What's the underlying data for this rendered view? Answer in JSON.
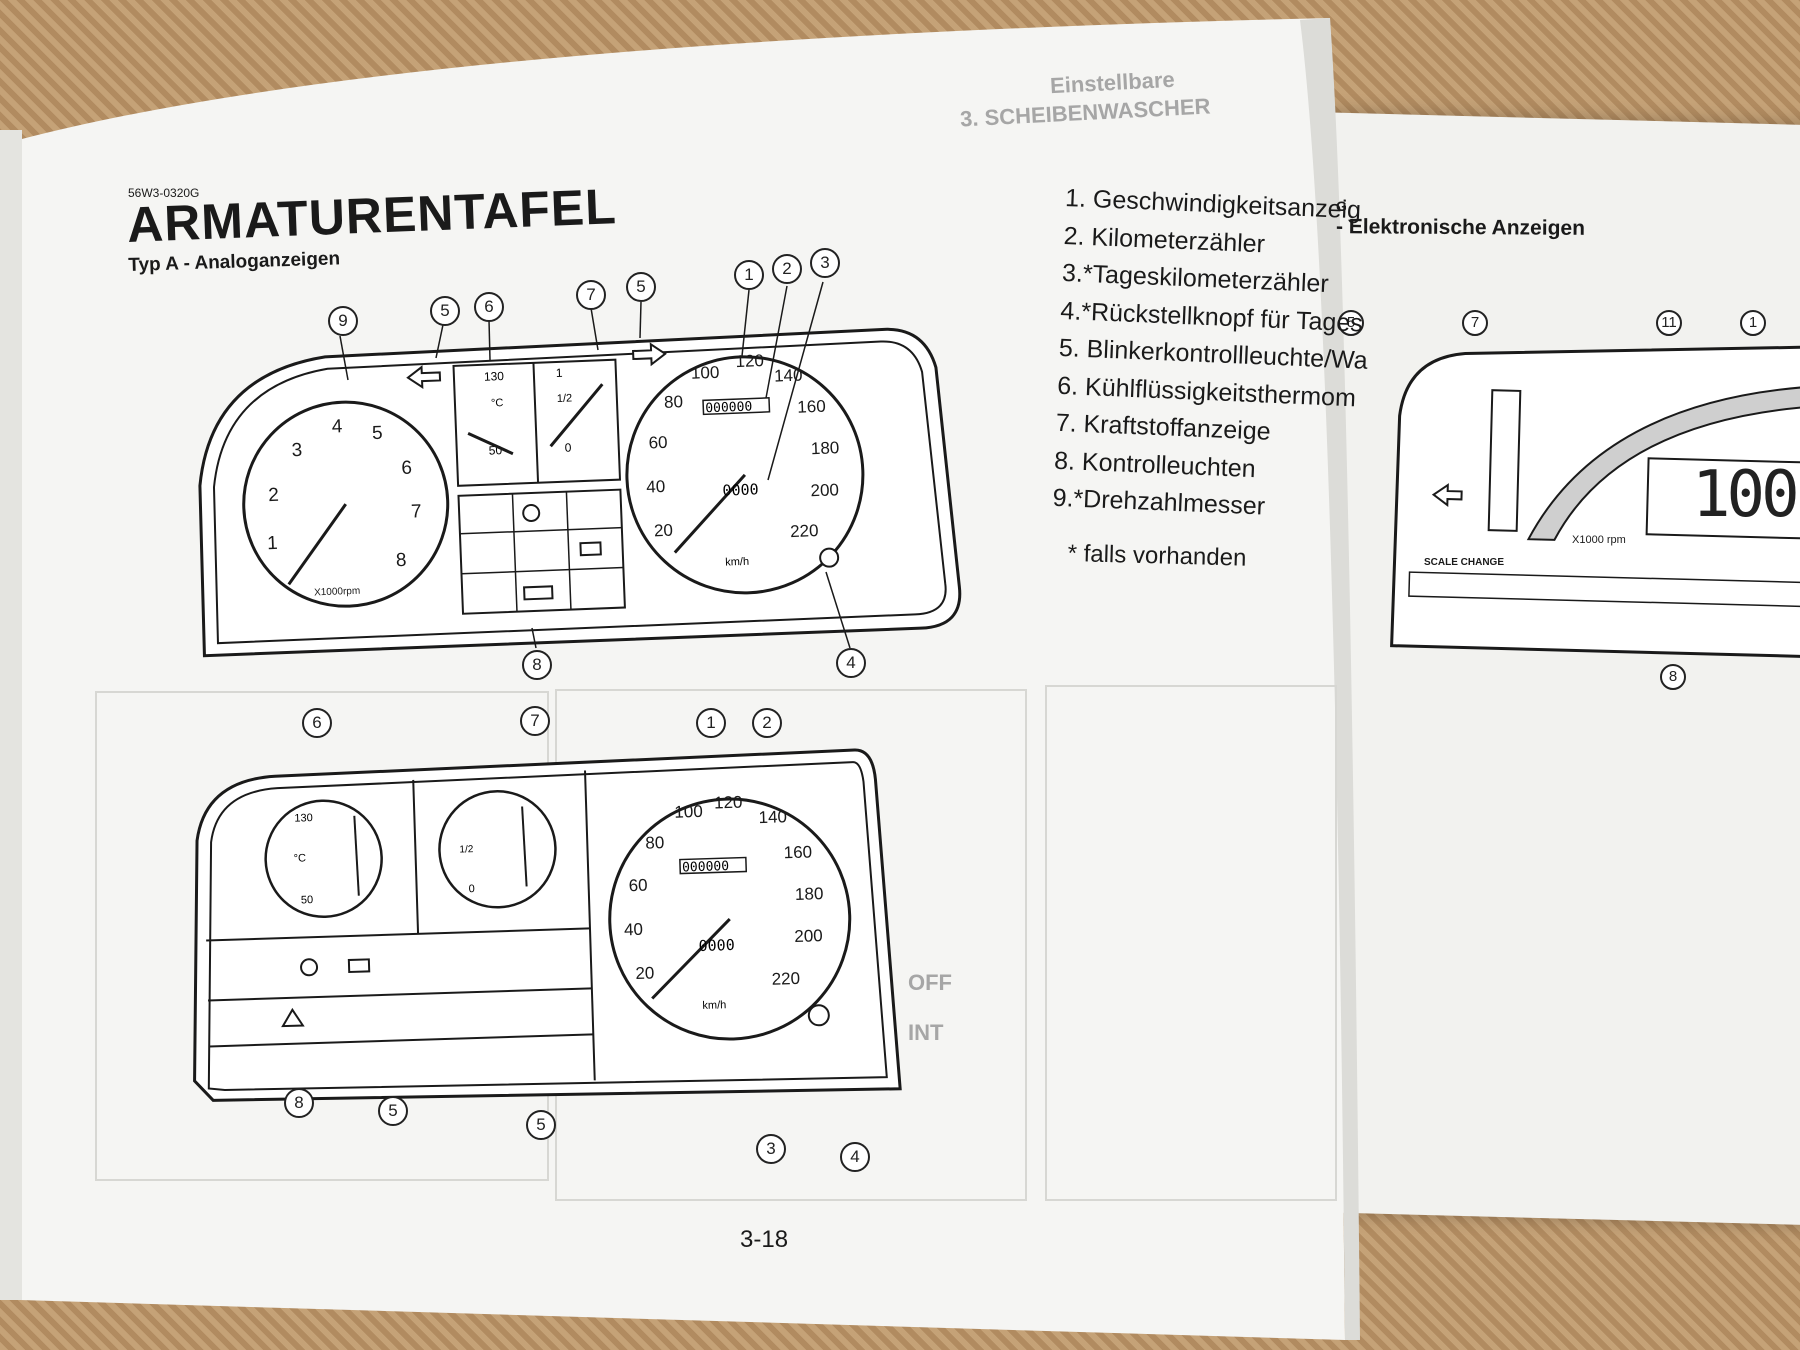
{
  "document": {
    "code": "56W3-0320G",
    "title": "ARMATURENTAFEL",
    "subtitle": "Typ A - Analoganzeigen",
    "page_number": "3-18"
  },
  "legend": [
    {
      "label": "1. Geschwindigkeitsanzeig"
    },
    {
      "label": "2. Kilometerzähler"
    },
    {
      "label": "3.*Tageskilometerzähler"
    },
    {
      "label": "4.*Rückstellknopf für Tages"
    },
    {
      "label": "5. Blinkerkontrollleuchte/Wa"
    },
    {
      "label": "6. Kühlflüssigkeitsthermom"
    },
    {
      "label": "7. Kraftstoffanzeige"
    },
    {
      "label": "8. Kontrolleuchten"
    },
    {
      "label": "9.*Drehzahlmesser"
    }
  ],
  "footnote": "* falls vorhanden",
  "right_page": {
    "heading_prefix": "G",
    "heading": "- Elektronische Anzeigen",
    "scale_change": "SCALE CHANGE",
    "rpm_unit": "X1000 rpm",
    "digital_value": "100",
    "callouts": [
      "5",
      "7",
      "11",
      "1",
      "8"
    ]
  },
  "diagram_top": {
    "rpm_unit": "X1000rpm",
    "tach_numbers": [
      "1",
      "2",
      "3",
      "4",
      "5",
      "6",
      "7",
      "8"
    ],
    "temp_labels": [
      "130",
      "°C",
      "50"
    ],
    "fuel_labels": [
      "1",
      "1/2",
      "0"
    ],
    "speed_numbers": [
      "20",
      "40",
      "60",
      "80",
      "100",
      "120",
      "140",
      "160",
      "180",
      "200",
      "220"
    ],
    "speed_unit": "km/h",
    "odometer": "000000",
    "tripmeter": "0000",
    "callouts": [
      "9",
      "5",
      "6",
      "7",
      "5",
      "1",
      "2",
      "3",
      "8",
      "4"
    ]
  },
  "diagram_bottom": {
    "temp_labels": [
      "130",
      "°C",
      "50"
    ],
    "fuel_labels": [
      "1/2",
      "0"
    ],
    "speed_numbers": [
      "20",
      "40",
      "60",
      "80",
      "100",
      "120",
      "140",
      "160",
      "180",
      "200",
      "220"
    ],
    "speed_unit": "km/h",
    "odometer": "000000",
    "tripmeter": "0000",
    "callouts": [
      "6",
      "7",
      "1",
      "2",
      "8",
      "5",
      "5",
      "3",
      "4"
    ]
  },
  "bleed_through": {
    "a": "3. SCHEIBENWASCHER",
    "b": "Einstellbare",
    "c": "OFF",
    "d": "INT"
  },
  "colors": {
    "paper": "#f4f4f2",
    "ink": "#1a1a1a",
    "background": "#b9966c"
  }
}
